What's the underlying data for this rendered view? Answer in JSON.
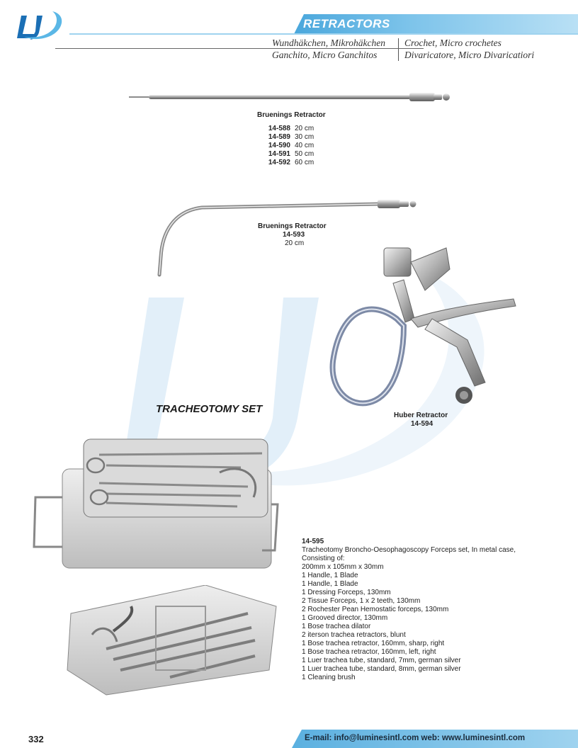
{
  "header": {
    "title": "RETRACTORS",
    "subtitle_left_1": "Wundhäkchen, Mikrohäkchen",
    "subtitle_left_2": "Ganchito, Micro Ganchitos",
    "subtitle_right_1": "Crochet, Micro crochetes",
    "subtitle_right_2": "Divaricatore, Micro Divaricatiori"
  },
  "products": {
    "bruenings_1": {
      "name": "Bruenings Retractor",
      "items": [
        {
          "code": "14-588",
          "size": "20 cm"
        },
        {
          "code": "14-589",
          "size": "30 cm"
        },
        {
          "code": "14-590",
          "size": "40 cm"
        },
        {
          "code": "14-591",
          "size": "50 cm"
        },
        {
          "code": "14-592",
          "size": "60 cm"
        }
      ]
    },
    "bruenings_2": {
      "name": "Bruenings Retractor",
      "code": "14-593",
      "size": "20 cm"
    },
    "huber": {
      "name": "Huber Retractor",
      "code": "14-594"
    }
  },
  "tracheotomy": {
    "heading": "TRACHEOTOMY SET",
    "code": "14-595",
    "lines": [
      "Tracheotomy Broncho-Oesophagoscopy Forceps set, In metal case,",
      "Consisting of:",
      "200mm x 105mm x 30mm",
      "1 Handle, 1 Blade",
      "1 Handle, 1 Blade",
      "1 Dressing Forceps, 130mm",
      "2 Tissue Forceps, 1 x 2 teeth, 130mm",
      "2 Rochester Pean Hemostatic forceps, 130mm",
      "1 Grooved director, 130mm",
      "1 Bose trachea dilator",
      "2 iterson trachea retractors, blunt",
      "1 Bose trachea retractor, 160mm, sharp, right",
      "1 Bose trachea retractor, 160mm, left, right",
      "1 Luer trachea tube, standard, 7mm, german silver",
      "1 Luer trachea tube, standard, 8mm, german silver",
      "1 Cleaning brush"
    ]
  },
  "footer": {
    "page_number": "332",
    "contact": "E-mail: info@luminesintl.com  web: www.luminesintl.com"
  },
  "colors": {
    "accent": "#4aa7dc",
    "accent_light": "#b9e0f5",
    "watermark": "#dcecf8"
  },
  "icons": {
    "logo": "lumines-logo"
  }
}
